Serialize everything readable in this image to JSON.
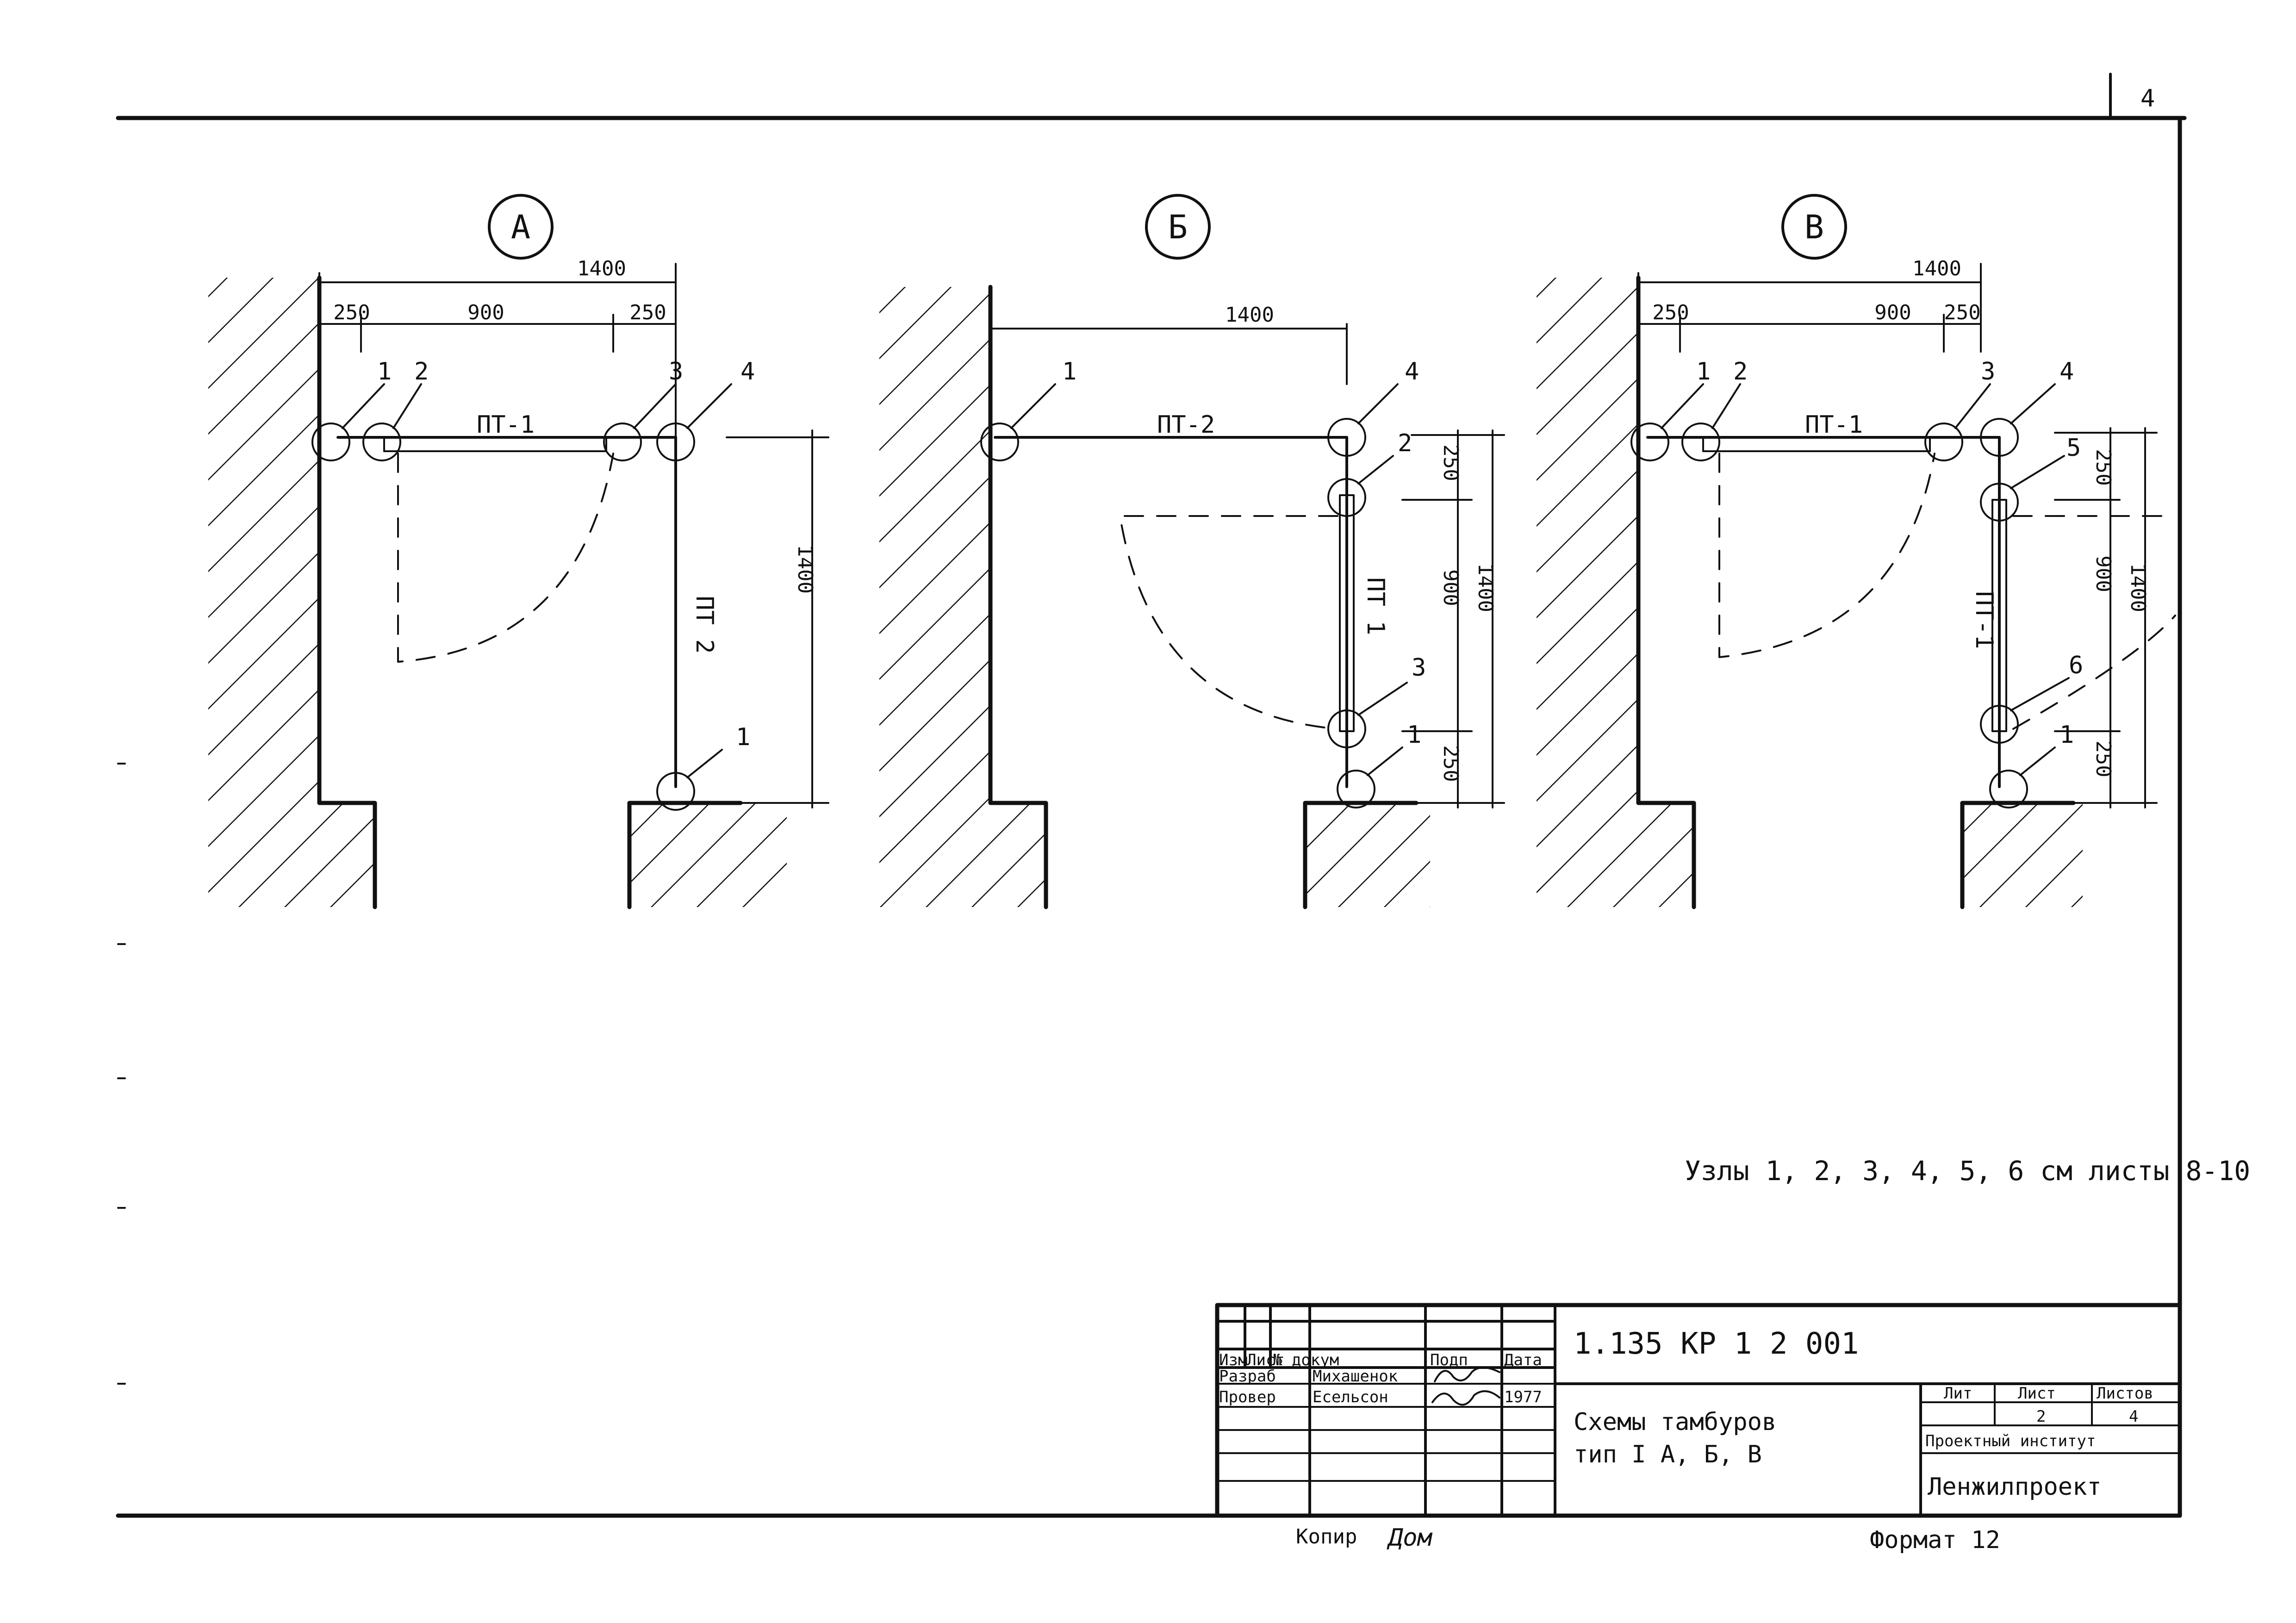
{
  "page_number": "4",
  "schemes": [
    {
      "letter": "А",
      "dims": [
        "1400",
        "250",
        "900",
        "250",
        "1400"
      ],
      "panel_top": "ПТ-1",
      "panel_side": "ПТ 2",
      "nodes": [
        "1",
        "2",
        "3",
        "4",
        "1"
      ]
    },
    {
      "letter": "Б",
      "dims": [
        "1400",
        "250",
        "900",
        "1400",
        "250"
      ],
      "panel_top": "ПТ-2",
      "panel_side": "ПТ 1",
      "nodes": [
        "1",
        "4",
        "2",
        "3",
        "1"
      ]
    },
    {
      "letter": "В",
      "dims": [
        "1400",
        "250",
        "900",
        "250",
        "250",
        "900",
        "1400",
        "250"
      ],
      "panel_top": "ПТ-1",
      "panel_side": "ПТ-1",
      "nodes": [
        "1",
        "2",
        "3",
        "4",
        "5",
        "6",
        "1"
      ]
    }
  ],
  "note": "Узлы 1, 2, 3, 4, 5, 6 см листы 8-10",
  "title_block": {
    "doc_code": "1.135 КР 1 2 001",
    "headers": [
      "Изм",
      "Лист",
      "№ докум",
      "Подп",
      "Дата"
    ],
    "rows": [
      {
        "role": "Разраб",
        "name": "Михашенок",
        "date": ""
      },
      {
        "role": "Провер",
        "name": "Есельсон",
        "date": "1977"
      }
    ],
    "title_line1": "Схемы тамбуров",
    "title_line2": "тип I А, Б, В",
    "lit_label": "Лит",
    "sheet_label": "Лист",
    "sheets_label": "Листов",
    "sheet_value": "2",
    "sheets_value": "4",
    "institute_label": "Проектный институт",
    "institute_name": "Ленжилпроект"
  },
  "footer": {
    "copy_label": "Копир",
    "copy_name": "Дом",
    "format_label": "Формат 12"
  }
}
